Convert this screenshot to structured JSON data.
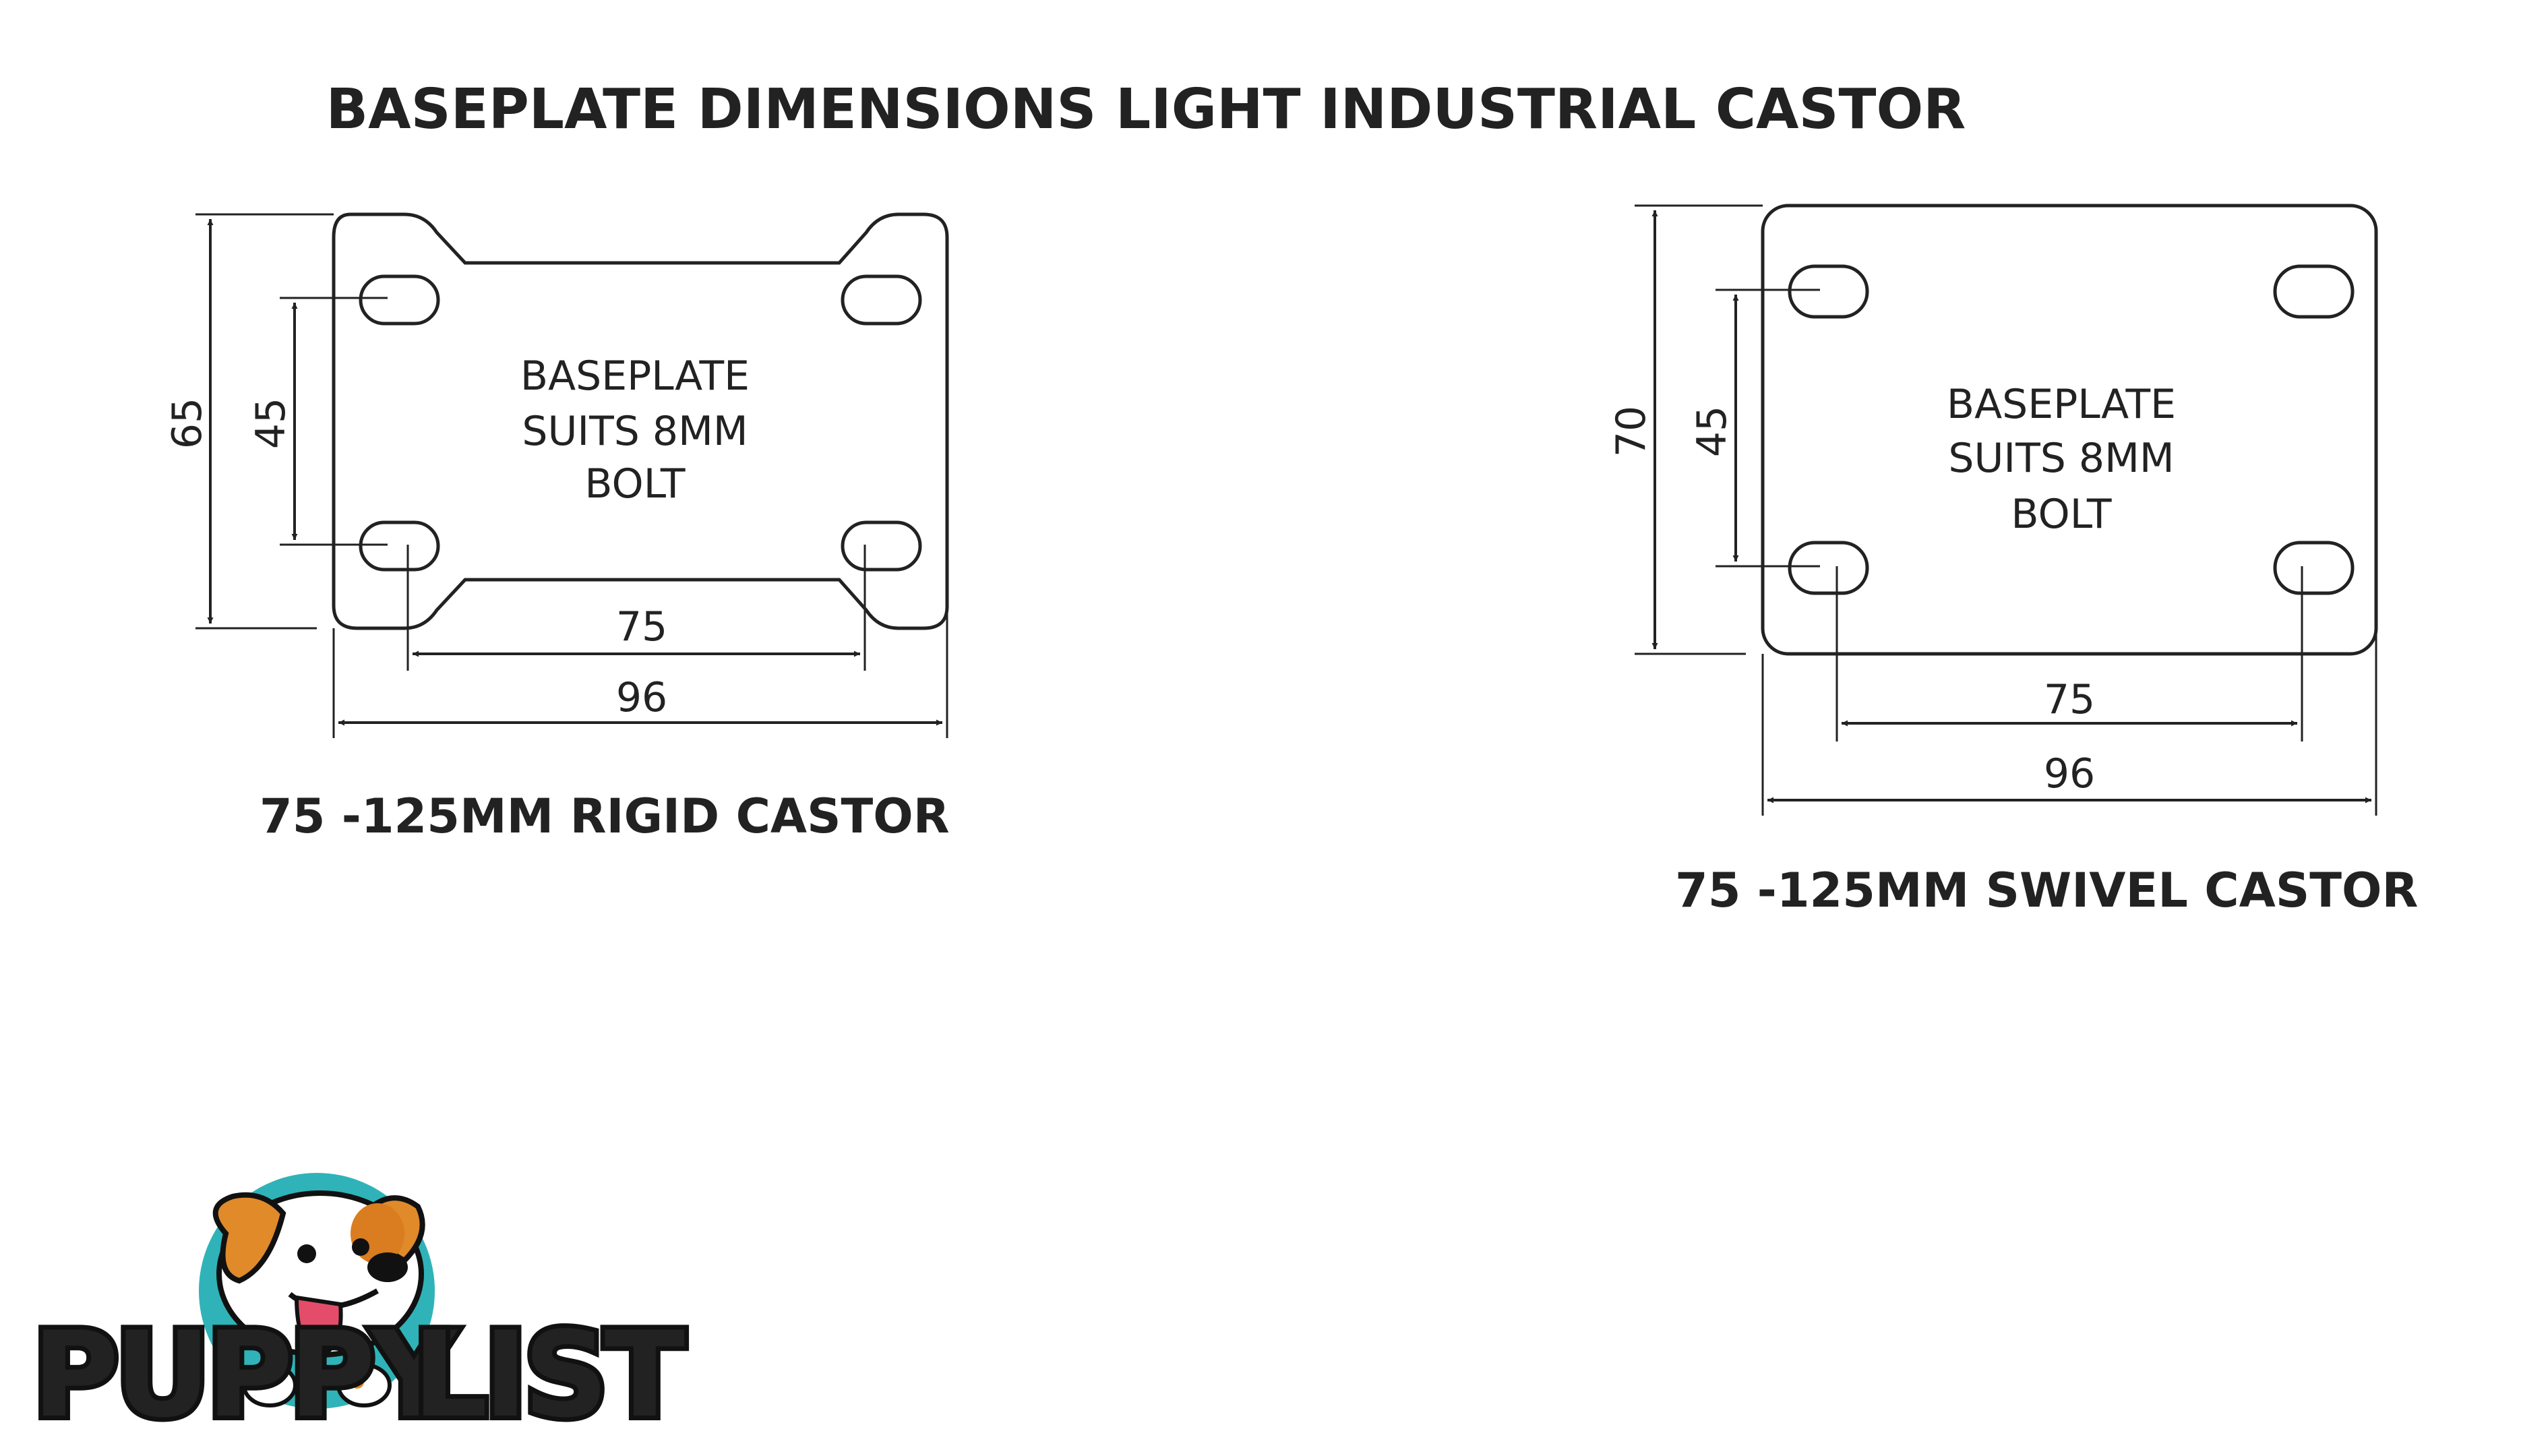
{
  "title": "BASEPLATE DIMENSIONS LIGHT INDUSTRIAL CASTOR",
  "rigid": {
    "caption": "75 -125MM RIGID CASTOR",
    "plate_lines": [
      "BASEPLATE",
      "SUITS 8MM",
      "BOLT"
    ],
    "dims": {
      "height_outer": "65",
      "height_inner": "45",
      "width_inner": "75",
      "width_outer": "96"
    }
  },
  "swivel": {
    "caption": "75 -125MM SWIVEL CASTOR",
    "plate_lines": [
      "BASEPLATE",
      "SUITS 8MM",
      "BOLT"
    ],
    "dims": {
      "height_outer": "70",
      "height_inner": "45",
      "width_inner": "75",
      "width_outer": "96"
    }
  },
  "logo": {
    "text_left": "PUPPY",
    "text_right": "LIST",
    "colors": {
      "teal": "#2fb3b8",
      "black": "#111111",
      "orange": "#e08a2a",
      "tongue": "#e34d6a"
    }
  }
}
